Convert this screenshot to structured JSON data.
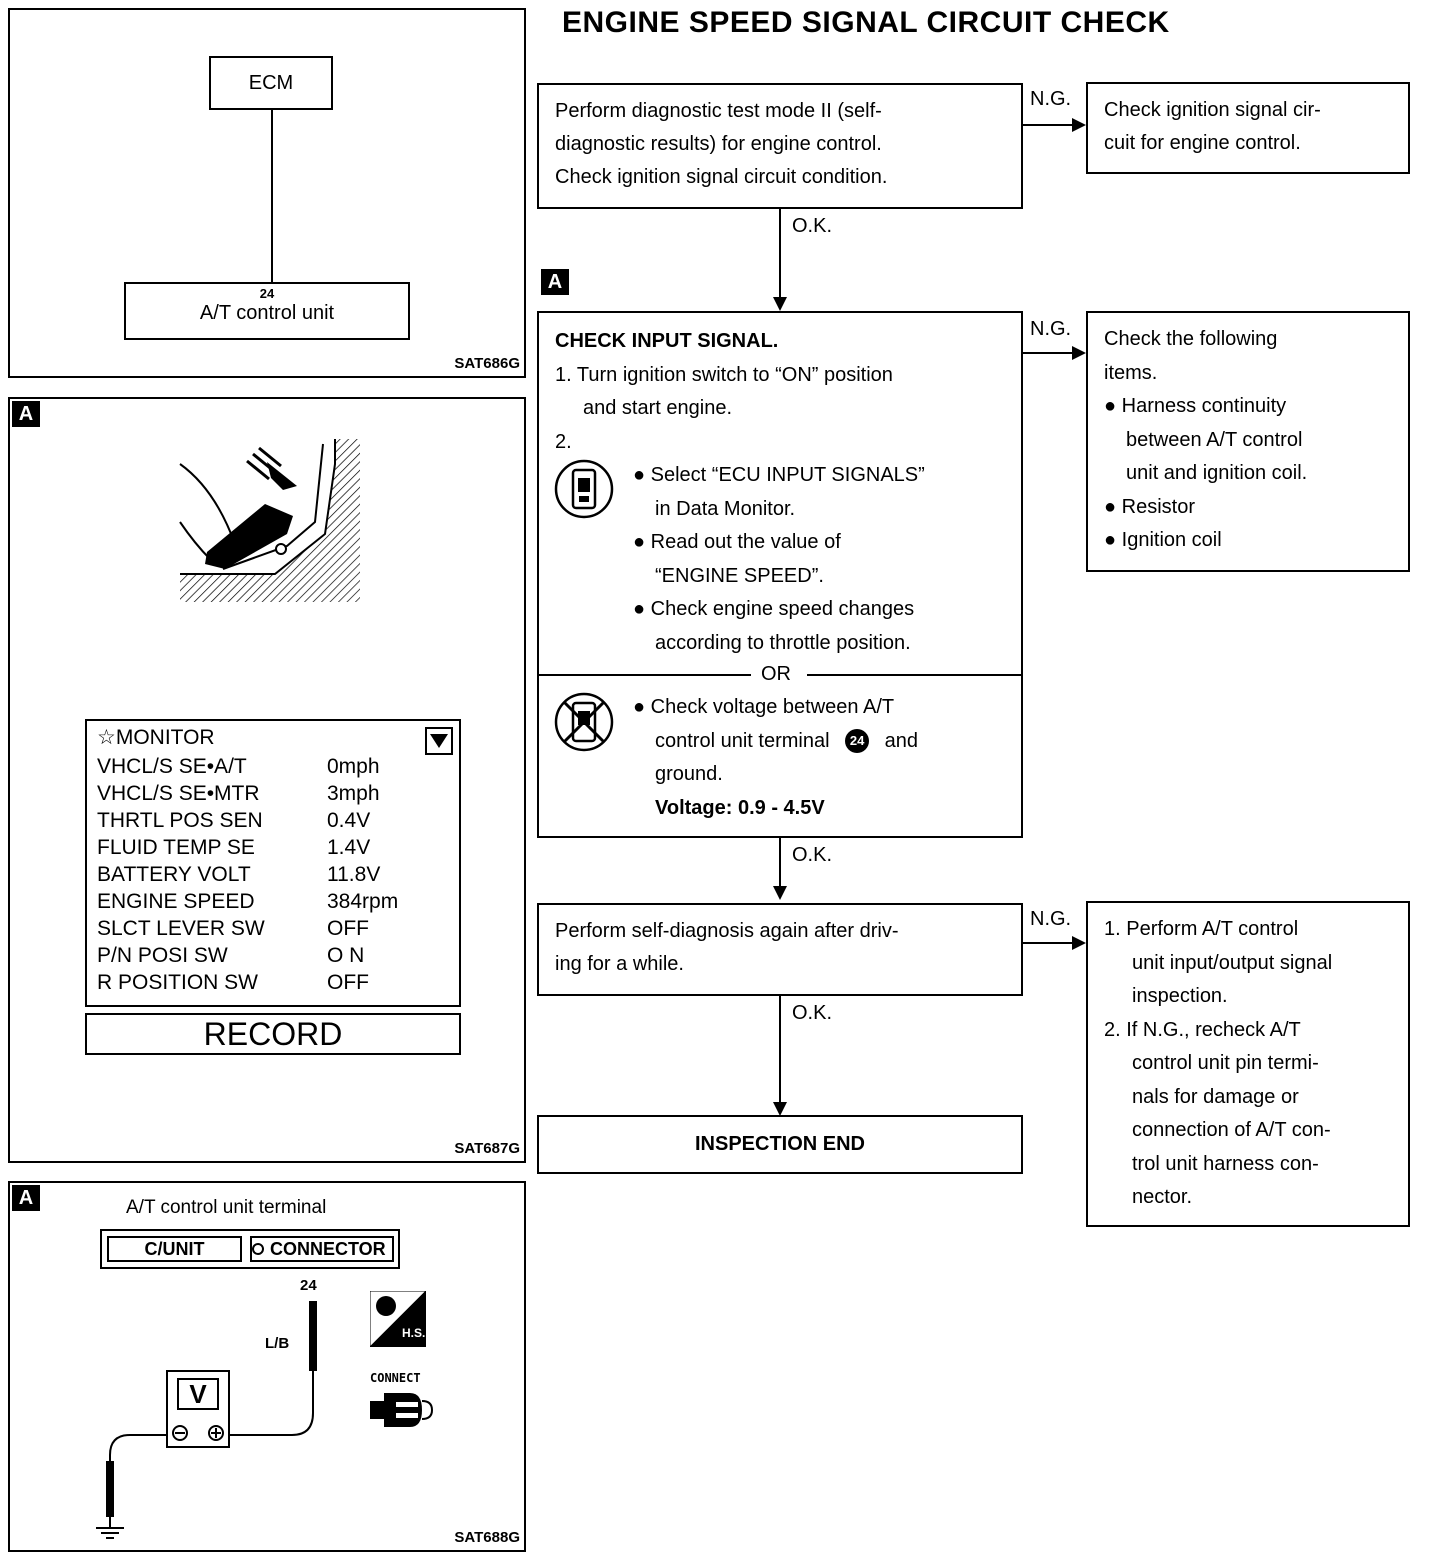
{
  "title": "ENGINE SPEED SIGNAL CIRCUIT CHECK",
  "tag_letter": "A",
  "panel1": {
    "ecm": "ECM",
    "pin": "24",
    "unit": "A/T control unit",
    "code": "SAT686G"
  },
  "panel2": {
    "code": "SAT687G",
    "monitor_title": "☆MONITOR",
    "rows": [
      {
        "label": "VHCL/S SE•A/T",
        "value": "0mph"
      },
      {
        "label": "VHCL/S SE•MTR",
        "value": "3mph"
      },
      {
        "label": "THRTL POS SEN",
        "value": "0.4V"
      },
      {
        "label": "FLUID TEMP SE",
        "value": "1.4V"
      },
      {
        "label": "BATTERY VOLT",
        "value": "11.8V"
      },
      {
        "label": "ENGINE SPEED",
        "value": "384rpm"
      },
      {
        "label": "SLCT LEVER SW",
        "value": "OFF"
      },
      {
        "label": "P/N POSI SW",
        "value": "O N"
      },
      {
        "label": "R POSITION SW",
        "value": "OFF"
      }
    ],
    "record": "RECORD"
  },
  "panel3": {
    "code": "SAT688G",
    "heading": "A/T control unit terminal",
    "cunit": "C/UNIT",
    "connector": "CONNECTOR",
    "pin": "24",
    "wire": "L/B",
    "meter": "V",
    "hs": "H.S.",
    "connect": "CONNECT"
  },
  "flow": {
    "ng": "N.G.",
    "ok": "O.K.",
    "or": "OR",
    "step1": [
      "Perform diagnostic test mode II (self-",
      "diagnostic results) for engine control.",
      "Check ignition signal circuit condition."
    ],
    "step1_ng": [
      "Check ignition signal cir-",
      "cuit for engine control."
    ],
    "step2_title": "CHECK INPUT SIGNAL.",
    "step2_item1": [
      "1. Turn ignition switch to “ON” position",
      "and start engine."
    ],
    "step2_item2": "2.",
    "step2_bullets": [
      [
        "● Select “ECU INPUT SIGNALS”",
        "in Data Monitor."
      ],
      [
        "● Read out the value of",
        "“ENGINE SPEED”."
      ],
      [
        "● Check engine speed changes",
        "according to throttle position."
      ]
    ],
    "step2_alt": [
      "● Check voltage between A/T",
      "control unit terminal",
      "and",
      "ground."
    ],
    "step2_alt_circle": "24",
    "step2_voltage": "Voltage: 0.9 - 4.5V",
    "step2_ng": {
      "intro": [
        "Check the following",
        "items."
      ],
      "bullets": [
        [
          "● Harness continuity",
          "between A/T control",
          "unit and ignition coil."
        ],
        [
          "● Resistor"
        ],
        [
          "● Ignition coil"
        ]
      ]
    },
    "step3": [
      "Perform self-diagnosis again after driv-",
      "ing for a while."
    ],
    "step3_ng": [
      [
        "1. Perform A/T control",
        "unit input/output signal",
        "inspection."
      ],
      [
        "2. If N.G., recheck A/T",
        "control unit pin termi-",
        "nals for damage or",
        "connection of A/T con-",
        "trol unit harness con-",
        "nector."
      ]
    ],
    "end": "INSPECTION END"
  }
}
